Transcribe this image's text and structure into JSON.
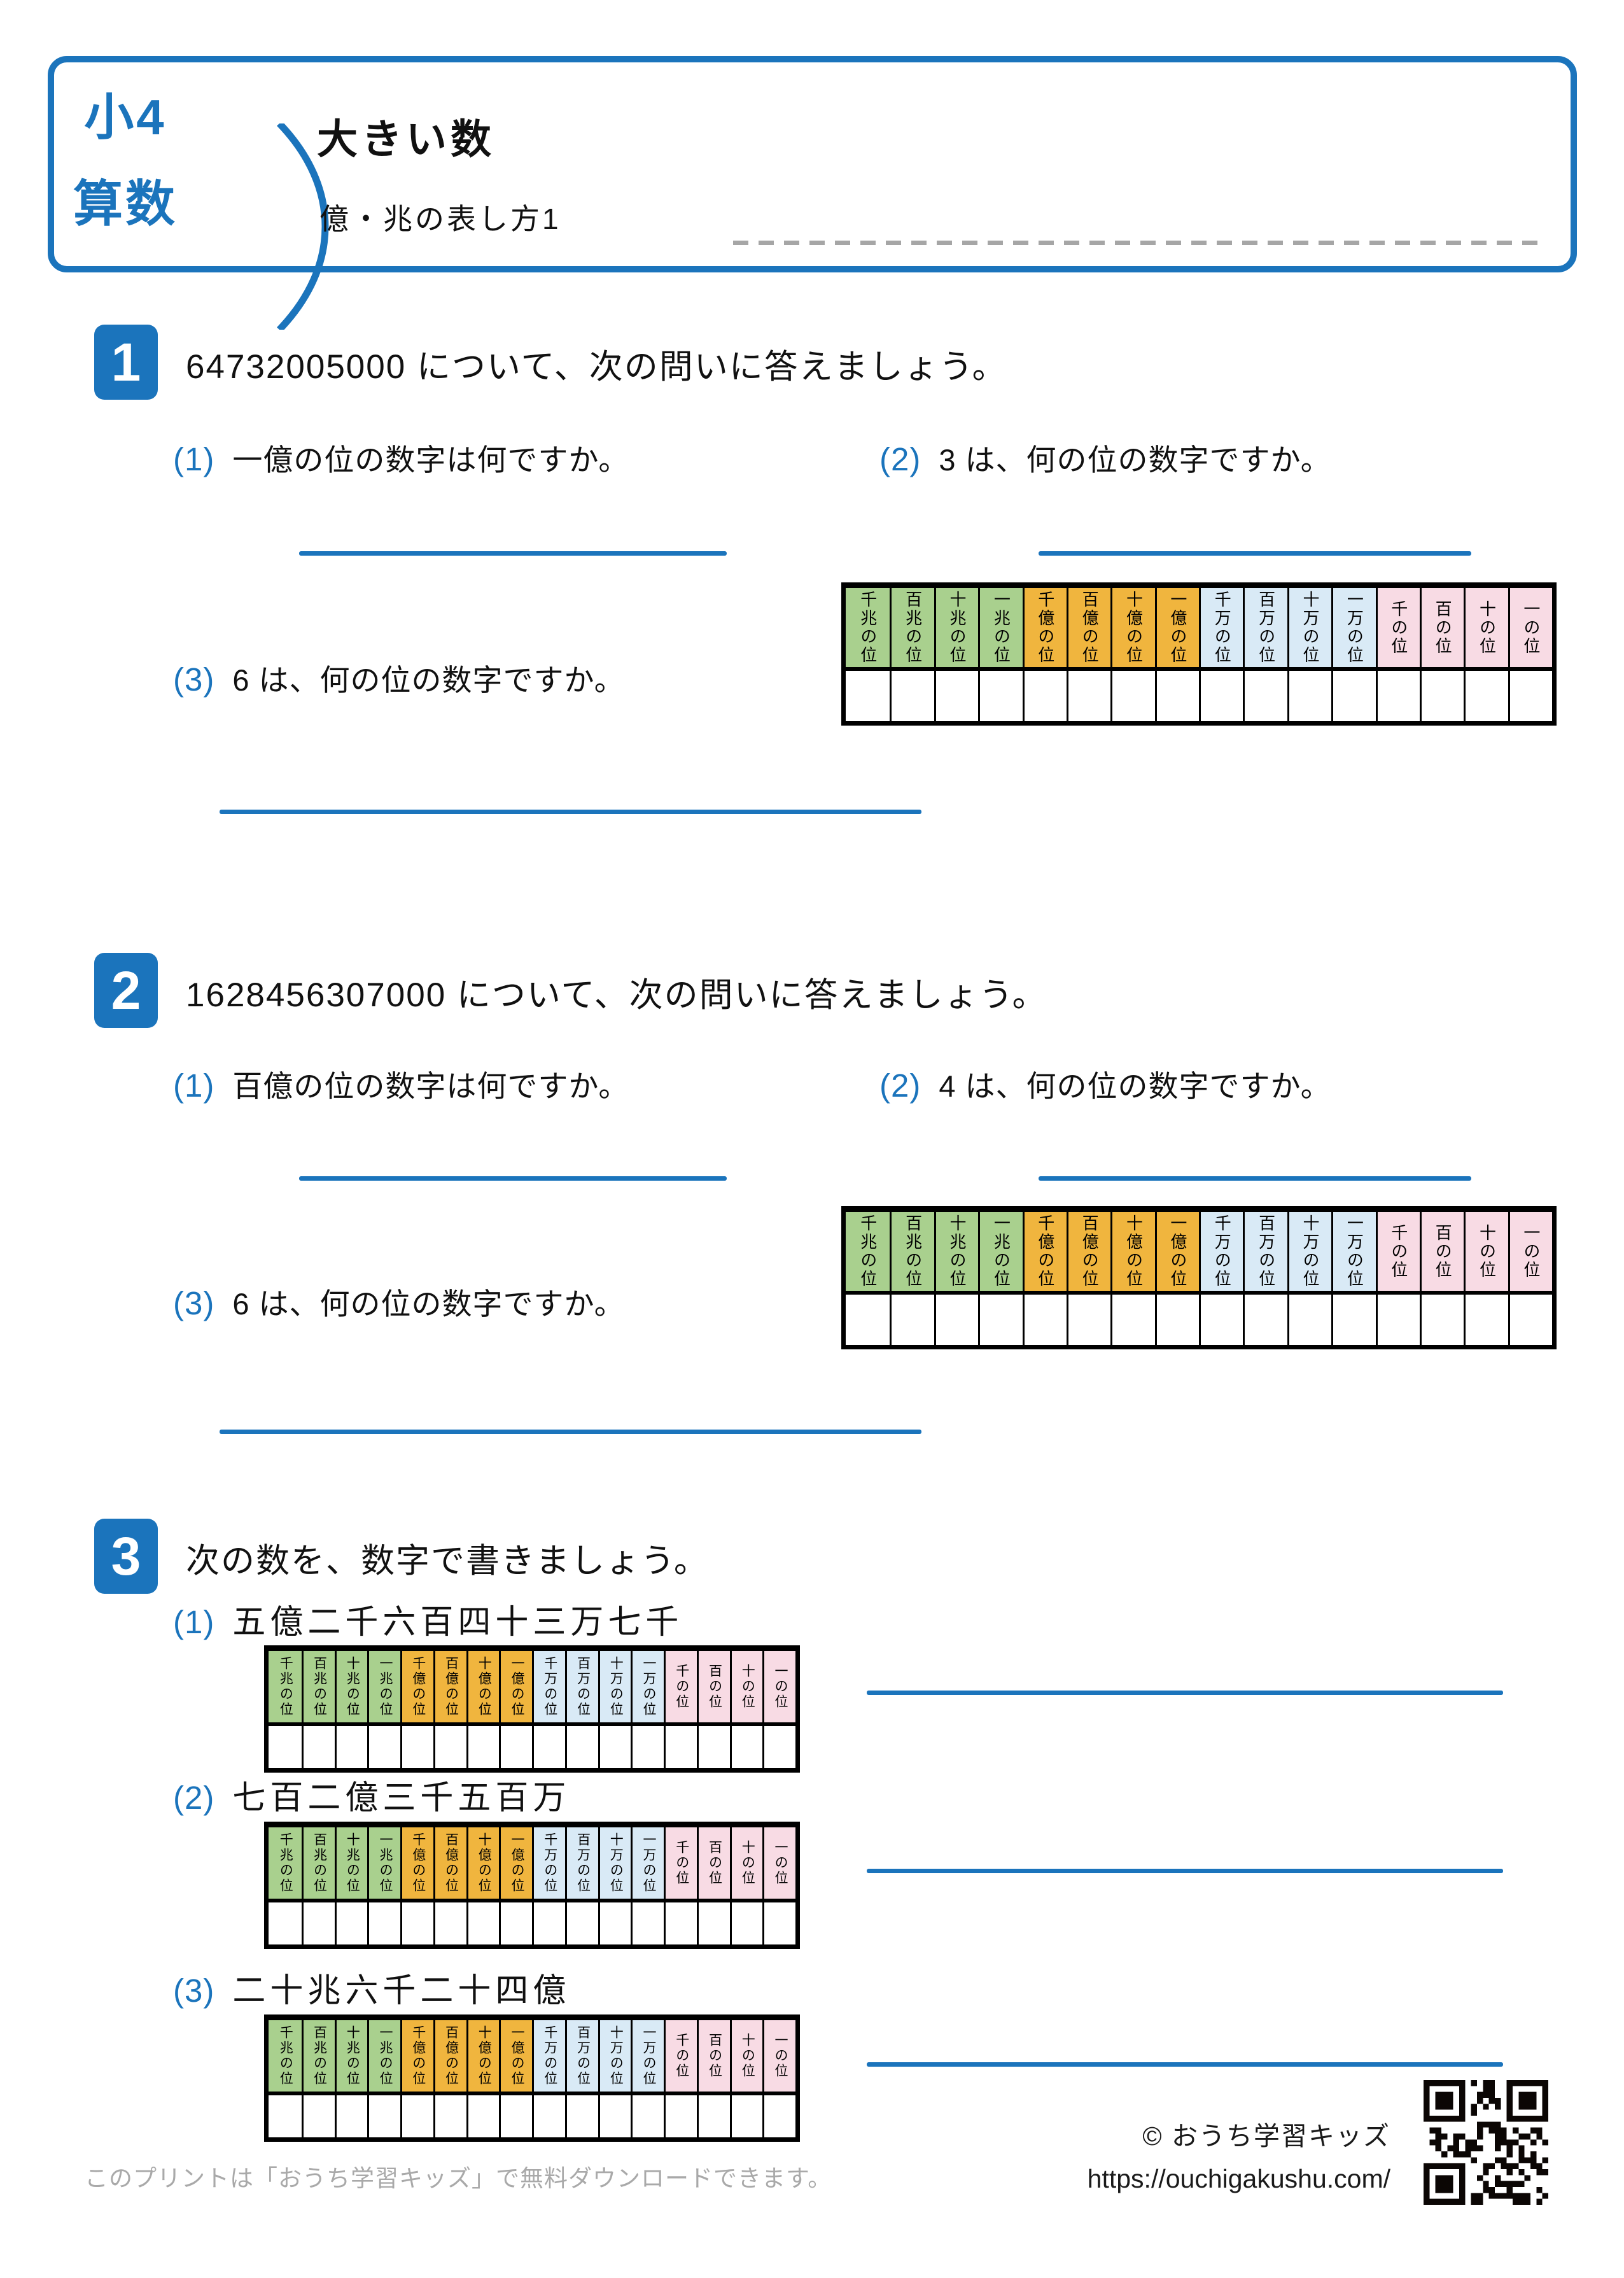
{
  "header": {
    "grade": "小4",
    "subject": "算数",
    "title": "大きい数",
    "subtitle": "億・兆の表し方1"
  },
  "place_value_columns": [
    "千兆の位",
    "百兆の位",
    "十兆の位",
    "一兆の位",
    "千億の位",
    "百億の位",
    "十億の位",
    "一億の位",
    "千万の位",
    "百万の位",
    "十万の位",
    "一万の位",
    "千の位",
    "百の位",
    "十の位",
    "一の位"
  ],
  "problems": [
    {
      "number": "1",
      "statement": "64732005000 について、次の問いに答えましょう。",
      "sub": [
        {
          "label": "(1)",
          "text": "一億の位の数字は何ですか。"
        },
        {
          "label": "(2)",
          "text": "3 は、何の位の数字ですか。"
        },
        {
          "label": "(3)",
          "text": "6 は、何の位の数字ですか。"
        }
      ]
    },
    {
      "number": "2",
      "statement": "1628456307000 について、次の問いに答えましょう。",
      "sub": [
        {
          "label": "(1)",
          "text": "百億の位の数字は何ですか。"
        },
        {
          "label": "(2)",
          "text": "4 は、何の位の数字ですか。"
        },
        {
          "label": "(3)",
          "text": "6 は、何の位の数字ですか。"
        }
      ]
    },
    {
      "number": "3",
      "statement": "次の数を、数字で書きましょう。",
      "sub": [
        {
          "label": "(1)",
          "text": "五億二千六百四十三万七千"
        },
        {
          "label": "(2)",
          "text": "七百二億三千五百万"
        },
        {
          "label": "(3)",
          "text": "二十兆六千二十四億"
        }
      ]
    }
  ],
  "footer": {
    "note": "このプリントは「おうち学習キッズ」で無料ダウンロードできます。",
    "copyright": "© おうち学習キッズ",
    "url": "https://ouchigakushu.com/"
  },
  "colors": {
    "accent": "#1b74bc",
    "dash_line": "#a6a6a6",
    "footer_text": "#a9a9a9",
    "table_border": "#000000",
    "pv_group_colors": [
      "#a9d08e",
      "#f0b53e",
      "#d9eaf6",
      "#f8dbe4"
    ]
  }
}
